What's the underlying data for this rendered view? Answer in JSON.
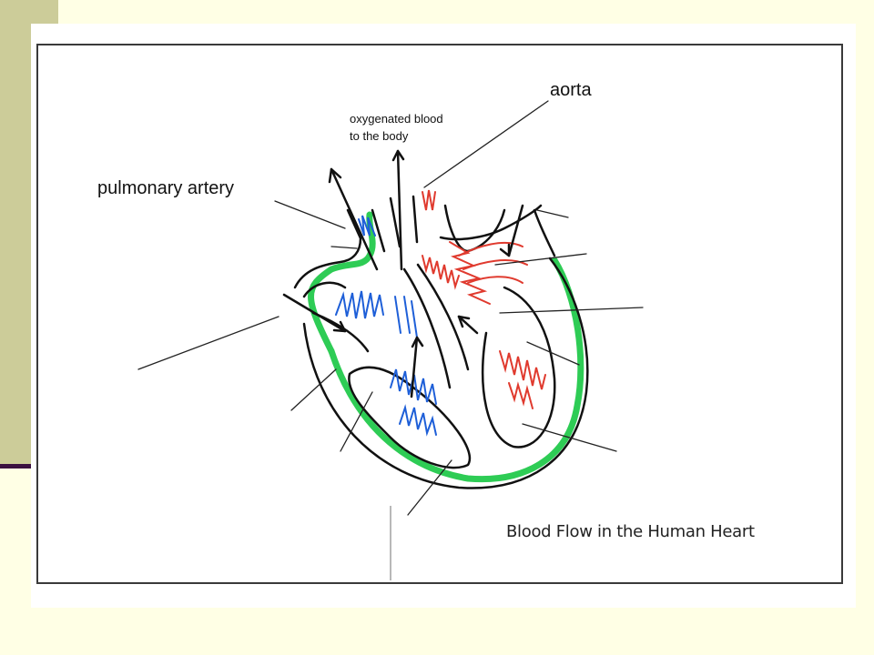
{
  "labels": {
    "aorta": "aorta",
    "oxygenated_line1": "oxygenated blood",
    "oxygenated_line2": "to the body",
    "pulmonary_artery": "pulmonary artery"
  },
  "caption": "Blood Flow in the Human Heart",
  "colors": {
    "slide_background": "#FFFFE5",
    "side_band": "#CCCC99",
    "side_rule": "#3A1040",
    "deoxygenated": "#1E5FD8",
    "oxygenated": "#E03A2E",
    "heart_wall": "#2ECC55",
    "outline": "#111111"
  }
}
